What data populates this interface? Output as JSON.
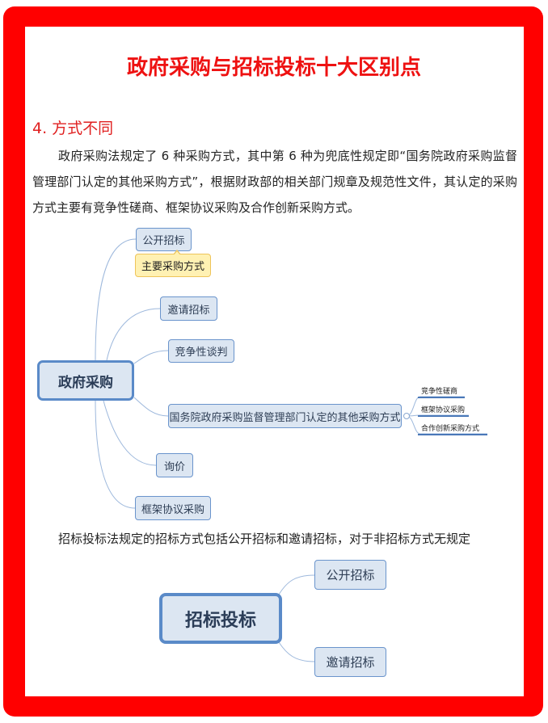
{
  "title": "政府采购与招标投标十大区别点",
  "section": {
    "heading": "4. 方式不同",
    "paragraph1": "政府采购法规定了 6 种采购方式，其中第 6 种为兜底性规定即“国务院政府采购监督管理部门认定的其他采购方式”，根据财政部的相关部门规章及规范性文件，其认定的采购方式主要有竞争性磋商、框架协议采购及合作创新采购方式。",
    "paragraph2": "招标投标法规定的招标方式包括公开招标和邀请招标，对于非招标方式无规定"
  },
  "mindmap1": {
    "root": "政府采购",
    "children": [
      {
        "label": "公开招标",
        "callout": "主要采购方式"
      },
      {
        "label": "邀请招标"
      },
      {
        "label": "竞争性谈判"
      },
      {
        "label": "国务院政府采购监督管理部门认定的其他采购方式",
        "children": [
          "竞争性磋商",
          "框架协议采购",
          "合作创新采购方式"
        ]
      },
      {
        "label": "询价"
      },
      {
        "label": "框架协议采购"
      }
    ]
  },
  "mindmap2": {
    "root": "招标投标",
    "children": [
      {
        "label": "公开招标"
      },
      {
        "label": "邀请招标"
      }
    ]
  },
  "colors": {
    "frame": "#ff0000",
    "title": "#ee1111",
    "node_fill": "#dce6f2",
    "node_border": "#6a94cc",
    "callout_fill": "#fff1b3",
    "callout_border": "#eec45a"
  }
}
